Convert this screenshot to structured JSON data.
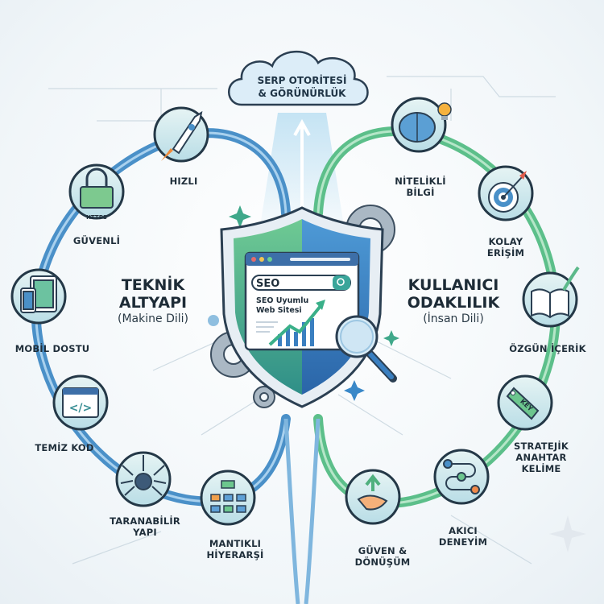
{
  "cloud": {
    "line1": "SERP OTORİTESİ",
    "line2": "& GÖRÜNÜRLÜK"
  },
  "left": {
    "title1": "TEKNİK",
    "title2": "ALTYAPI",
    "subtitle": "(Makine Dili)",
    "items": [
      {
        "icon": "rocket-icon",
        "label": "HIZLI"
      },
      {
        "icon": "lock-icon",
        "label": "GÜVENLİ",
        "badge": "HTTPS"
      },
      {
        "icon": "mobile-devices-icon",
        "label": "MOBİL DOSTU"
      },
      {
        "icon": "code-icon",
        "label": "TEMİZ KOD"
      },
      {
        "icon": "spider-icon",
        "label1": "TARANABİLİR",
        "label2": "YAPI"
      },
      {
        "icon": "hierarchy-icon",
        "label1": "MANTIKLI",
        "label2": "HİYERARŞİ"
      }
    ]
  },
  "right": {
    "title1": "KULLANICI",
    "title2": "ODAKLILIK",
    "subtitle": "(İnsan Dili)",
    "items": [
      {
        "icon": "brain-icon",
        "label1": "NİTELİKLİ",
        "label2": "BİLGİ"
      },
      {
        "icon": "target-icon",
        "label1": "KOLAY",
        "label2": "ERİŞİM"
      },
      {
        "icon": "book-icon",
        "label": "ÖZGÜN İÇERİK"
      },
      {
        "icon": "key-tag-icon",
        "label1": "STRATEJİK",
        "label2": "ANAHTAR",
        "label3": "KELİME",
        "badge": "KEY"
      },
      {
        "icon": "flow-icon",
        "label1": "AKICI",
        "label2": "DENEYİM"
      },
      {
        "icon": "handshake-icon",
        "label1": "GÜVEN &",
        "label2": "DÖNÜŞÜM"
      }
    ]
  },
  "center": {
    "search_value": "SEO",
    "site_line1": "SEO Uyumlu",
    "site_line2": "Web Sitesi"
  },
  "colors": {
    "blue": "#4a90c8",
    "green": "#5cbf8a",
    "dark": "#1f2e3a",
    "circle": "#d9ecef"
  }
}
